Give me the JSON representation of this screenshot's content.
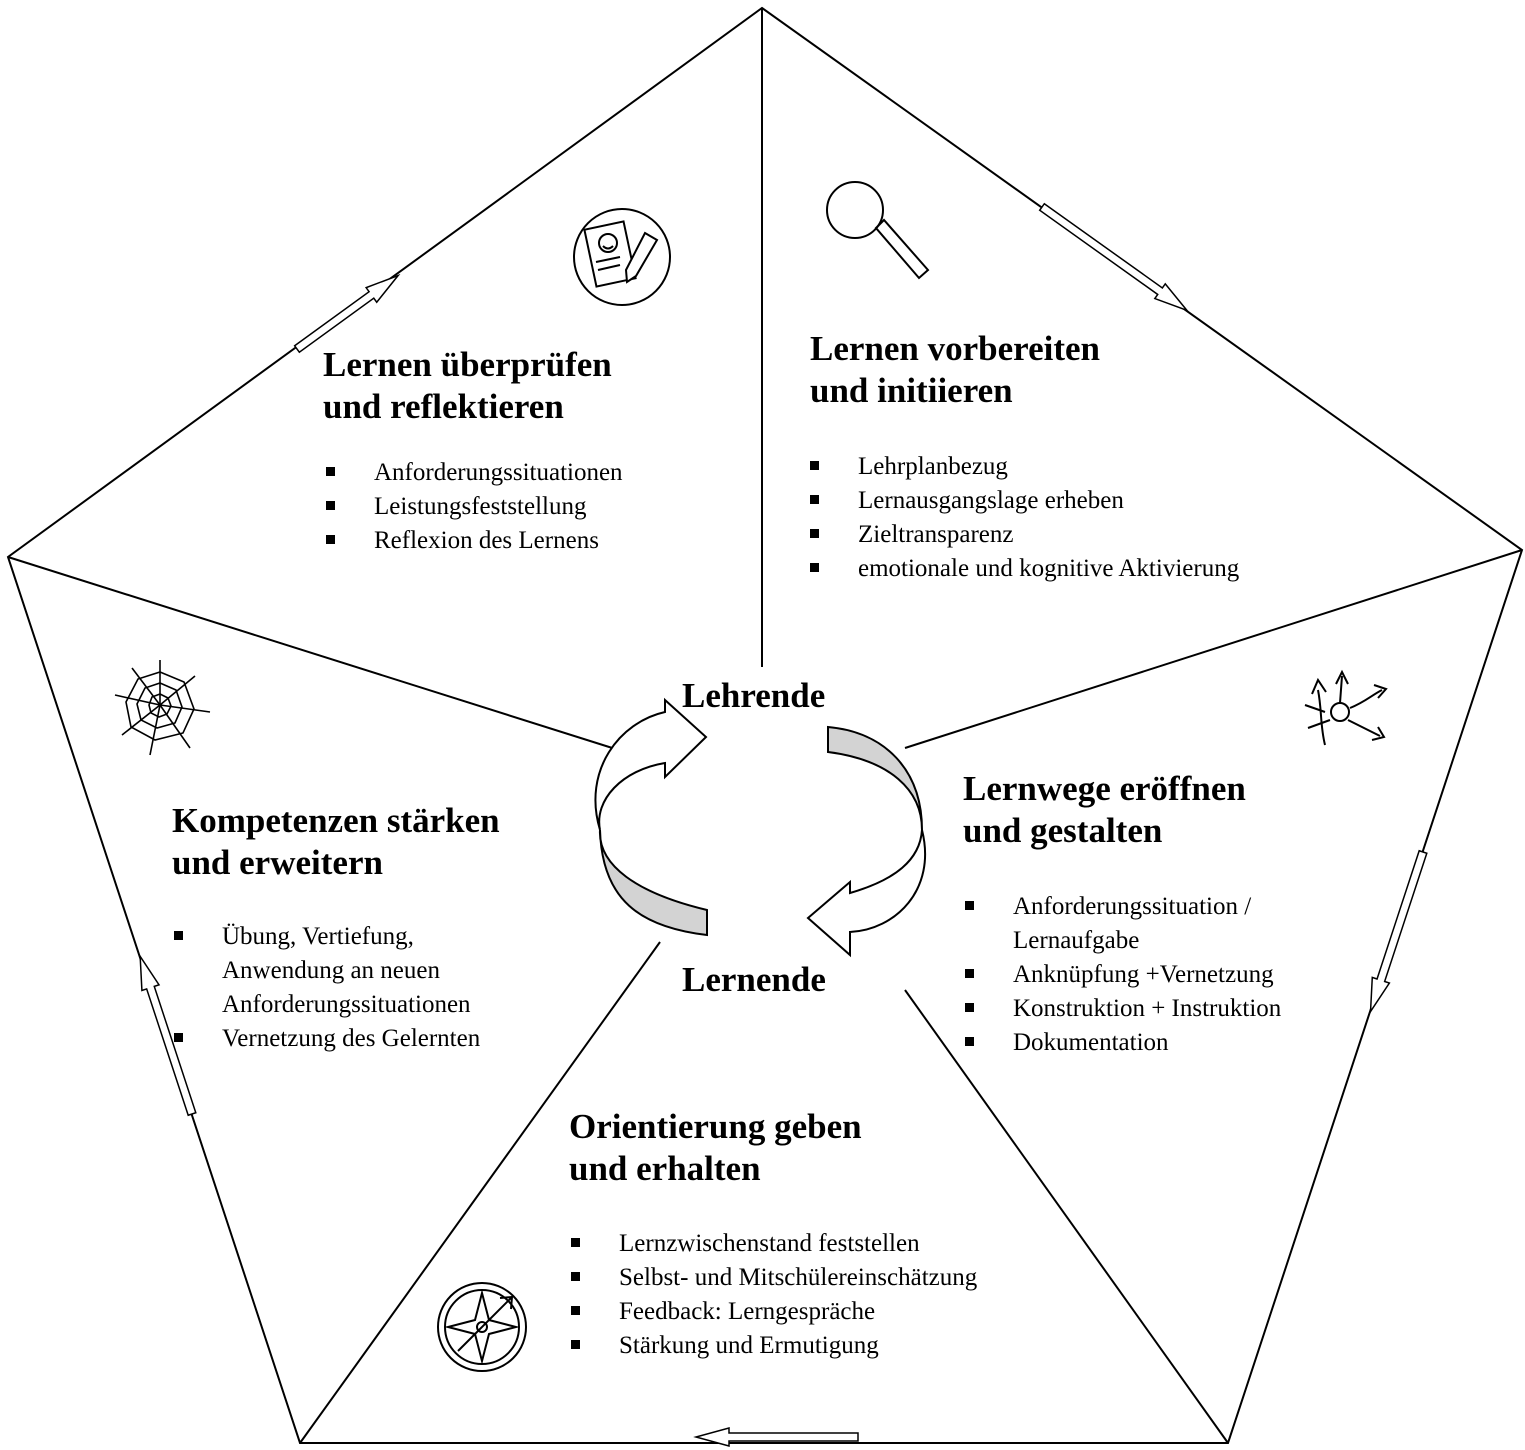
{
  "center": {
    "top_label": "Lehrende",
    "bottom_label": "Lernende"
  },
  "sections": {
    "ueberpruefen": {
      "title": [
        "Lernen überprüfen",
        "und reflektieren"
      ],
      "icon": "test-sheet-pencil-icon",
      "bullets": [
        "Anforderungssituationen",
        "Leistungsfeststellung",
        "Reflexion des Lernens"
      ]
    },
    "vorbereiten": {
      "title": [
        "Lernen vorbereiten",
        "und initiieren"
      ],
      "icon": "magnifier-icon",
      "bullets": [
        "Lehrplanbezug",
        "Lernausgangslage erheben",
        "Zieltransparenz",
        "emotionale und kognitive Aktivierung"
      ]
    },
    "lernwege": {
      "title": [
        "Lernwege eröffnen",
        "und gestalten"
      ],
      "icon": "branching-arrows-icon",
      "bullets": [
        "Anforderungssituation / Lernaufgabe",
        "Anknüpfung +Vernetzung",
        "Konstruktion + Instruktion",
        "Dokumentation"
      ]
    },
    "orientierung": {
      "title": [
        "Orientierung geben",
        "und erhalten"
      ],
      "icon": "compass-icon",
      "bullets": [
        "Lernzwischenstand feststellen",
        "Selbst- und Mitschülereinschätzung",
        "Feedback: Lerngespräche",
        "Stärkung und Ermutigung"
      ]
    },
    "kompetenzen": {
      "title": [
        "Kompetenzen stärken",
        "und erweitern"
      ],
      "icon": "spider-web-icon",
      "bullets": [
        "Übung, Vertiefung, Anwendung an neuen Anforderungssituationen",
        "Vernetzung des Gelernten"
      ]
    }
  }
}
